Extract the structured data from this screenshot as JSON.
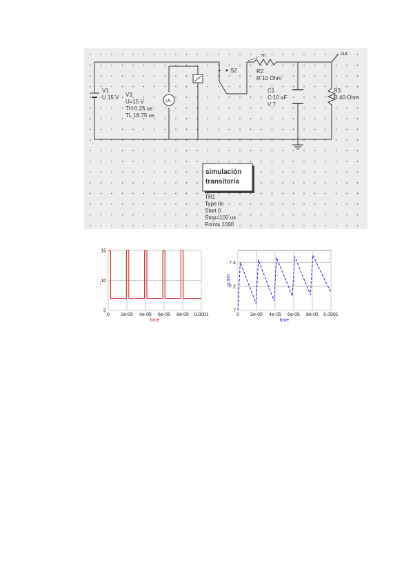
{
  "schematic": {
    "v1": {
      "name": "V1",
      "value": "U 15 V"
    },
    "v3": {
      "name": "V3",
      "u": "U=15 V",
      "th": "TH 0.25 us",
      "tl": "TL 18.75 us",
      "symbol": "UL"
    },
    "switch": {
      "name": "S2"
    },
    "in_label": "in",
    "r2": {
      "name": "R2",
      "value": "R 10 Ohm"
    },
    "c1": {
      "name": "C1",
      "value": "C 10 uF",
      "v": "V 7"
    },
    "r3": {
      "name": "R3",
      "value": "R 40 Ohm"
    },
    "out_label": "out",
    "sim_box": {
      "line1": "simulación",
      "line2": "transitoria"
    },
    "analysis": {
      "name": "TR1",
      "type": "Type lin",
      "start": "Start 0",
      "stop": "Stop=100 us",
      "points": "Points 1000"
    }
  },
  "chart_data": [
    {
      "type": "line",
      "color": "#d62020",
      "grid": true,
      "ylabel": "in.Vt",
      "xlabel": "time",
      "yticks": [
        "5",
        "10",
        "15"
      ],
      "xticks": [
        "0",
        "2e-05",
        "4e-05",
        "6e-05",
        "8e-05",
        "0.0001"
      ],
      "ylim": [
        5,
        15
      ],
      "xlim": [
        0,
        0.0001
      ],
      "x": [
        0,
        2.5e-06,
        2.5e-06,
        1.95e-05,
        1.95e-05,
        2.21e-05,
        2.21e-05,
        3.9e-05,
        3.9e-05,
        4.15e-05,
        4.15e-05,
        5.85e-05,
        5.85e-05,
        6.1e-05,
        6.1e-05,
        7.8e-05,
        7.8e-05,
        8.05e-05,
        8.05e-05,
        0.0001
      ],
      "y": [
        15,
        15,
        7,
        7,
        15,
        15,
        7,
        7,
        15,
        15,
        7,
        7,
        15,
        15,
        7,
        7,
        15,
        15,
        7,
        7
      ]
    },
    {
      "type": "line",
      "color": "#2020d6",
      "grid": true,
      "ylabel": "out.Vt",
      "xlabel": "time",
      "yticks": [
        "7",
        "7.2",
        "7.4"
      ],
      "xticks": [
        "0",
        "2e-05",
        "4e-05",
        "6e-05",
        "8e-05",
        "0.0001"
      ],
      "ylim": [
        7.0,
        7.5
      ],
      "xlim": [
        0,
        0.0001
      ],
      "x": [
        0,
        2.5e-06,
        1.95e-05,
        2.21e-05,
        3.9e-05,
        4.15e-05,
        5.85e-05,
        6.1e-05,
        7.8e-05,
        8.05e-05,
        0.0001
      ],
      "y": [
        7.0,
        7.4,
        7.06,
        7.42,
        7.08,
        7.44,
        7.12,
        7.45,
        7.13,
        7.46,
        7.15
      ]
    }
  ]
}
